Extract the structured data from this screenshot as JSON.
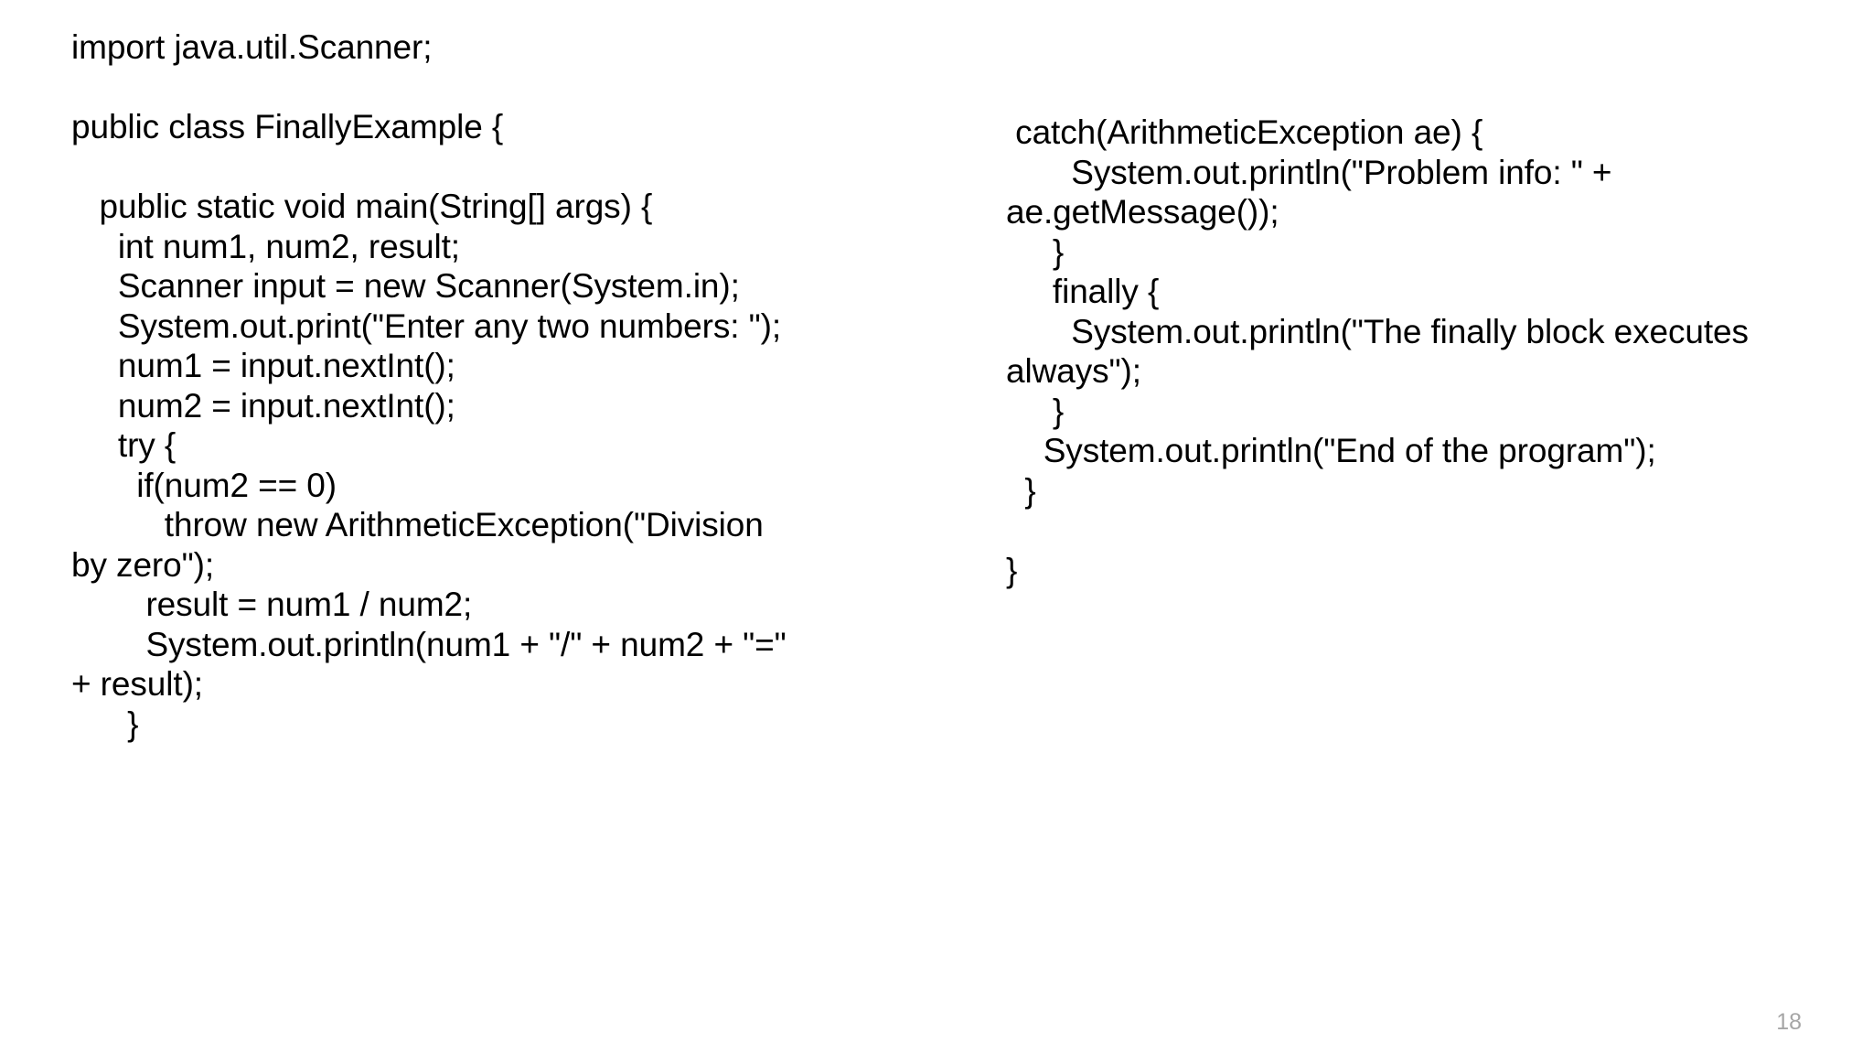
{
  "slide": {
    "page_number": "18",
    "background_color": "#ffffff",
    "text_color": "#000000",
    "page_number_color": "#a6a6a6"
  },
  "code": {
    "language": "java",
    "left_column": [
      {
        "text": "import java.util.Scanner;",
        "wrapped": false
      },
      {
        "text": "",
        "wrapped": false
      },
      {
        "text": "public class FinallyExample {",
        "wrapped": false
      },
      {
        "text": "",
        "wrapped": false
      },
      {
        "text": "   public static void main(String[] args) {",
        "wrapped": false
      },
      {
        "text": "     int num1, num2, result;",
        "wrapped": false
      },
      {
        "text": "     Scanner input = new Scanner(System.in);",
        "wrapped": false
      },
      {
        "text": "     System.out.print(\"Enter any two numbers: \");",
        "wrapped": false
      },
      {
        "text": "     num1 = input.nextInt();",
        "wrapped": false
      },
      {
        "text": "     num2 = input.nextInt();",
        "wrapped": false
      },
      {
        "text": "     try {",
        "wrapped": false
      },
      {
        "text": "       if(num2 == 0)",
        "wrapped": false
      },
      {
        "text": "          throw new ArithmeticException(\"Division",
        "wrapped": false
      },
      {
        "text": "by zero\");",
        "wrapped": true
      },
      {
        "text": "        result = num1 / num2;",
        "wrapped": false
      },
      {
        "text": "        System.out.println(num1 + \"/\" + num2 + \"=\"",
        "wrapped": false
      },
      {
        "text": "+ result);",
        "wrapped": true
      },
      {
        "text": "      }",
        "wrapped": false
      }
    ],
    "right_column": [
      {
        "text": " catch(ArithmeticException ae) {",
        "wrapped": false
      },
      {
        "text": "       System.out.println(\"Problem info: \" +",
        "wrapped": false
      },
      {
        "text": "ae.getMessage());",
        "wrapped": true
      },
      {
        "text": "     }",
        "wrapped": false
      },
      {
        "text": "     finally {",
        "wrapped": false
      },
      {
        "text": "       System.out.println(\"The finally block executes",
        "wrapped": false
      },
      {
        "text": "always\");",
        "wrapped": true
      },
      {
        "text": "     }",
        "wrapped": false
      },
      {
        "text": "    System.out.println(\"End of the program\");",
        "wrapped": false
      },
      {
        "text": "  }",
        "wrapped": false
      },
      {
        "text": "",
        "wrapped": false
      },
      {
        "text": "}",
        "wrapped": false
      }
    ]
  }
}
